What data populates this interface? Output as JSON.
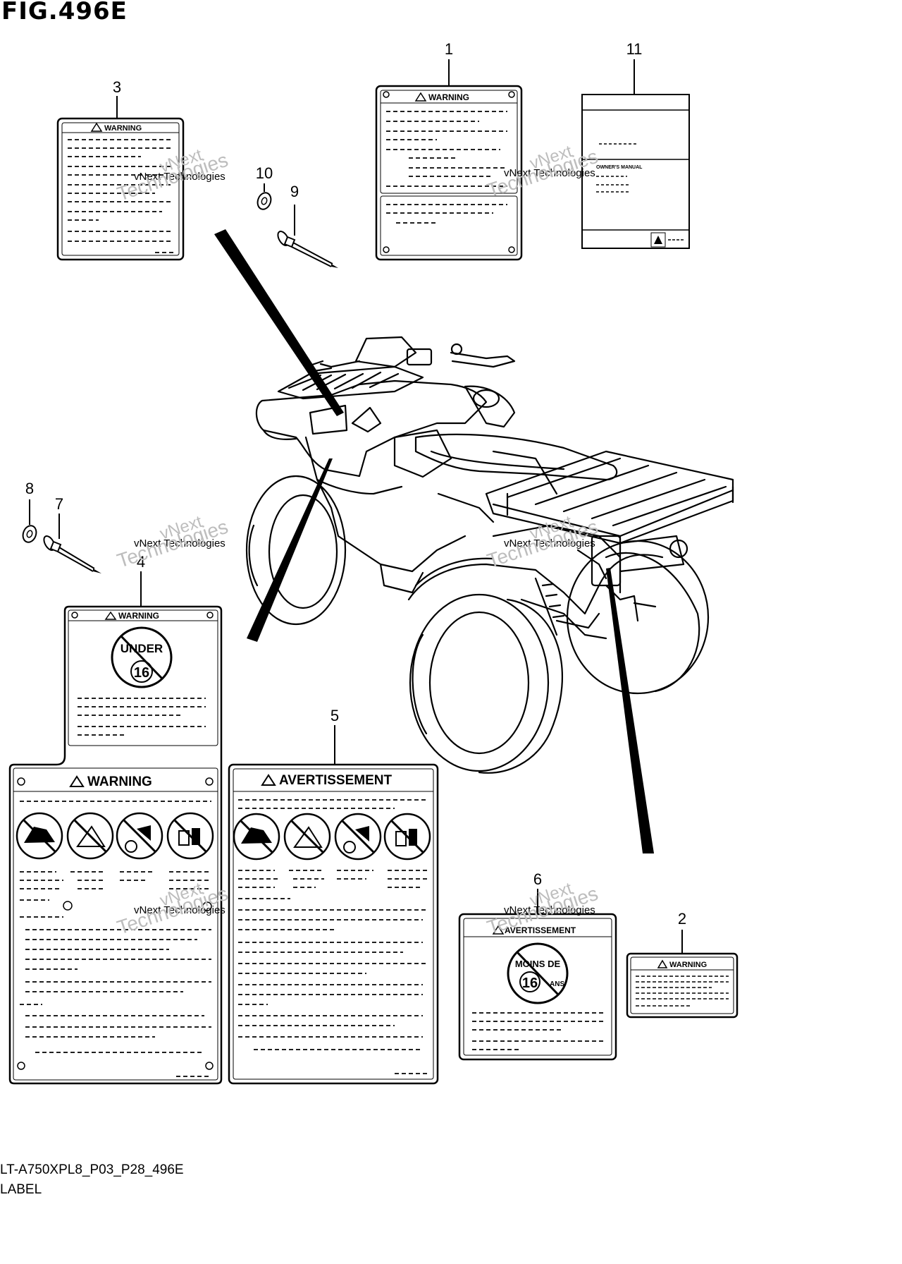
{
  "figure": {
    "title": "FIG.496E",
    "model_code": "LT-A750XPL8_P03_P28_496E",
    "section": "LABEL"
  },
  "callouts": [
    "1",
    "2",
    "3",
    "4",
    "5",
    "6",
    "7",
    "8",
    "9",
    "10",
    "11"
  ],
  "labels": {
    "warning": "WARNING",
    "avertissement": "AVERTISSEMENT",
    "under": "UNDER",
    "age_16": "16",
    "moins_de": "MOINS DE",
    "ans": "ANS",
    "owners_manual": "OWNER'S MANUAL"
  },
  "watermark": {
    "line1": "vNext Technologies",
    "line2": "vNext",
    "line3": "Technologies"
  },
  "colors": {
    "ink": "#000000",
    "paper": "#ffffff",
    "watermark": "#bdbdbd"
  }
}
